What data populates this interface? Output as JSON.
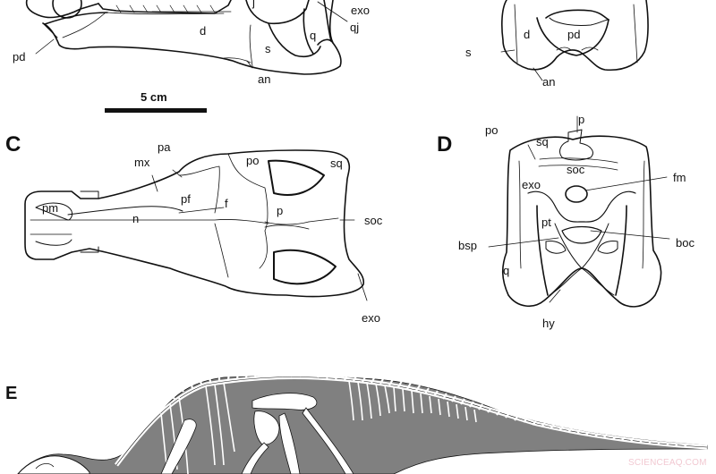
{
  "figure": {
    "panels": {
      "A": {
        "view": "lateral skull (partial)",
        "labels": [
          "j",
          "exo",
          "qj",
          "q",
          "d",
          "pd",
          "s",
          "an"
        ]
      },
      "B": {
        "view": "anterior/posterior skull (partial)",
        "labels": [
          "d",
          "pd",
          "s",
          "an"
        ]
      },
      "C": {
        "letter": "C",
        "view": "dorsal skull",
        "labels": [
          "pa",
          "mx",
          "po",
          "sq",
          "pf",
          "f",
          "pm",
          "n",
          "p",
          "soc",
          "exo"
        ]
      },
      "D": {
        "letter": "D",
        "view": "posterior/ventral skull",
        "labels": [
          "p",
          "po",
          "sq",
          "soc",
          "fm",
          "exo",
          "pt",
          "bsp",
          "boc",
          "q",
          "hy"
        ]
      },
      "E": {
        "letter": "E",
        "view": "skeletal reconstruction with body silhouette"
      }
    },
    "scale_bar": {
      "label": "5 cm"
    },
    "colors": {
      "line": "#111111",
      "silhouette": "#808080",
      "bone": "#ffffff",
      "watermark": "#f2c9d2"
    },
    "watermark": "SCIENCEAQ.COM"
  },
  "labels": {
    "a_j": "j",
    "a_exo": "exo",
    "a_qj": "qj",
    "a_q": "q",
    "a_d": "d",
    "a_pd": "pd",
    "a_s": "s",
    "a_an": "an",
    "b_d": "d",
    "b_pd": "pd",
    "b_s": "s",
    "b_an": "an",
    "c_pa": "pa",
    "c_mx": "mx",
    "c_po": "po",
    "c_sq": "sq",
    "c_pf": "pf",
    "c_f": "f",
    "c_pm": "pm",
    "c_n": "n",
    "c_p": "p",
    "c_soc": "soc",
    "c_exo": "exo",
    "d_p": "p",
    "d_po": "po",
    "d_sq": "sq",
    "d_soc": "soc",
    "d_fm": "fm",
    "d_exo": "exo",
    "d_pt": "pt",
    "d_bsp": "bsp",
    "d_boc": "boc",
    "d_q": "q",
    "d_hy": "hy"
  },
  "panel_letters": {
    "C": "C",
    "D": "D",
    "E": "E"
  },
  "scale": {
    "label": "5 cm"
  },
  "watermark": {
    "text": "SCIENCEAQ.COM"
  }
}
